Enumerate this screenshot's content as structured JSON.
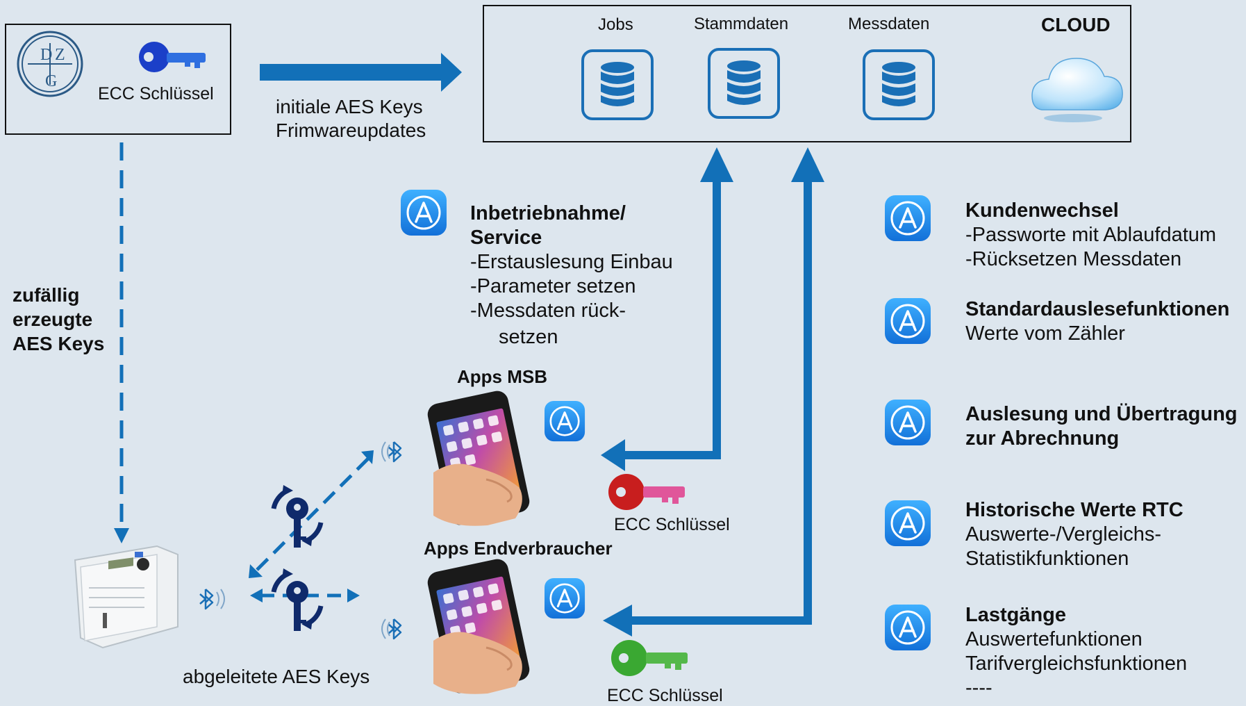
{
  "manufacturer": {
    "logo_letters": [
      "D",
      "Z",
      "G"
    ],
    "key_label": "ECC Schlüssel"
  },
  "arrow_to_cloud_label": [
    "initiale AES Keys",
    "Frimwareupdates"
  ],
  "random_keys_label": [
    "zufällig",
    "erzeugte",
    "AES Keys"
  ],
  "cloud": {
    "title": "CLOUD",
    "databases": [
      {
        "label": "Jobs"
      },
      {
        "label": "Stammdaten"
      },
      {
        "label": "Messdaten"
      }
    ]
  },
  "service_app": {
    "title": [
      "Inbetriebnahme/",
      "Service"
    ],
    "lines": [
      "-Erstauslesung Einbau",
      "-Parameter setzen",
      "-Messdaten rück-",
      "setzen"
    ]
  },
  "phones": {
    "msb_label": "Apps MSB",
    "consumer_label": "Apps Endverbraucher",
    "msb_key_label": "ECC Schlüssel",
    "consumer_key_label": "ECC Schlüssel"
  },
  "meter_label": "abgeleitete AES Keys",
  "features": [
    {
      "title": "Kundenwechsel",
      "lines": [
        "-Passworte mit Ablaufdatum",
        "-Rücksetzen Messdaten"
      ]
    },
    {
      "title": "Standardauslesefunktionen",
      "lines": [
        "Werte vom Zähler"
      ]
    },
    {
      "title": "Auslesung und Übertragung",
      "lines": [],
      "title2": "zur Abrechnung"
    },
    {
      "title": "Historische Werte RTC",
      "lines": [
        "Auswerte-/Vergleichs-",
        "Statistikfunktionen"
      ]
    },
    {
      "title": "Lastgänge",
      "lines": [
        "Auswertefunktionen",
        "Tarifvergleichsfunktionen",
        "----"
      ]
    }
  ],
  "colors": {
    "background": "#dde6ee",
    "arrow_blue": "#1270b8",
    "app_icon_blue": "#1e8fe8",
    "key_blue": "#1b3fc8",
    "key_red": "#c81e1e",
    "key_green": "#3aa832",
    "key_navy": "#0f2a6b"
  },
  "icons": [
    "dzg-logo-icon",
    "key-icon",
    "database-icon",
    "cloud-icon",
    "app-store-icon",
    "smartphone-icon",
    "bluetooth-icon",
    "key-rotation-icon",
    "electricity-meter-icon"
  ]
}
